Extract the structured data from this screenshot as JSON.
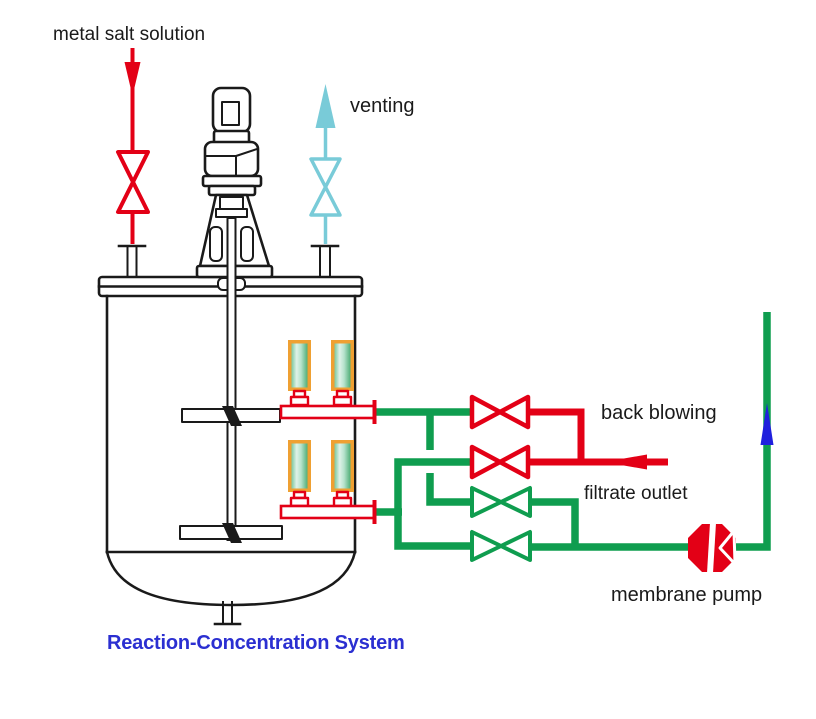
{
  "diagram": {
    "title": "Reaction-Concentration System",
    "labels": {
      "inlet": "metal salt solution",
      "vent": "venting",
      "back_blowing": "back blowing",
      "filtrate": "filtrate outlet",
      "pump": "membrane pump"
    },
    "colors": {
      "red": "#e30016",
      "green": "#0f9d4f",
      "cyan": "#79cbd8",
      "blue": "#2020dd",
      "title_blue": "#2b2fd1",
      "orange": "#efa032",
      "ink": "#1a1a1a"
    },
    "components": {
      "membrane_modules": 4,
      "valves": [
        "metal-salt-inlet-valve",
        "venting-valve",
        "back-blowing-valve-upper",
        "back-blowing-valve-lower",
        "filtrate-valve-upper",
        "filtrate-valve-lower"
      ],
      "pump": "membrane pump",
      "flow_arrows": [
        "inlet-down",
        "vent-up",
        "back-blowing-left",
        "recirculation-up"
      ]
    }
  }
}
